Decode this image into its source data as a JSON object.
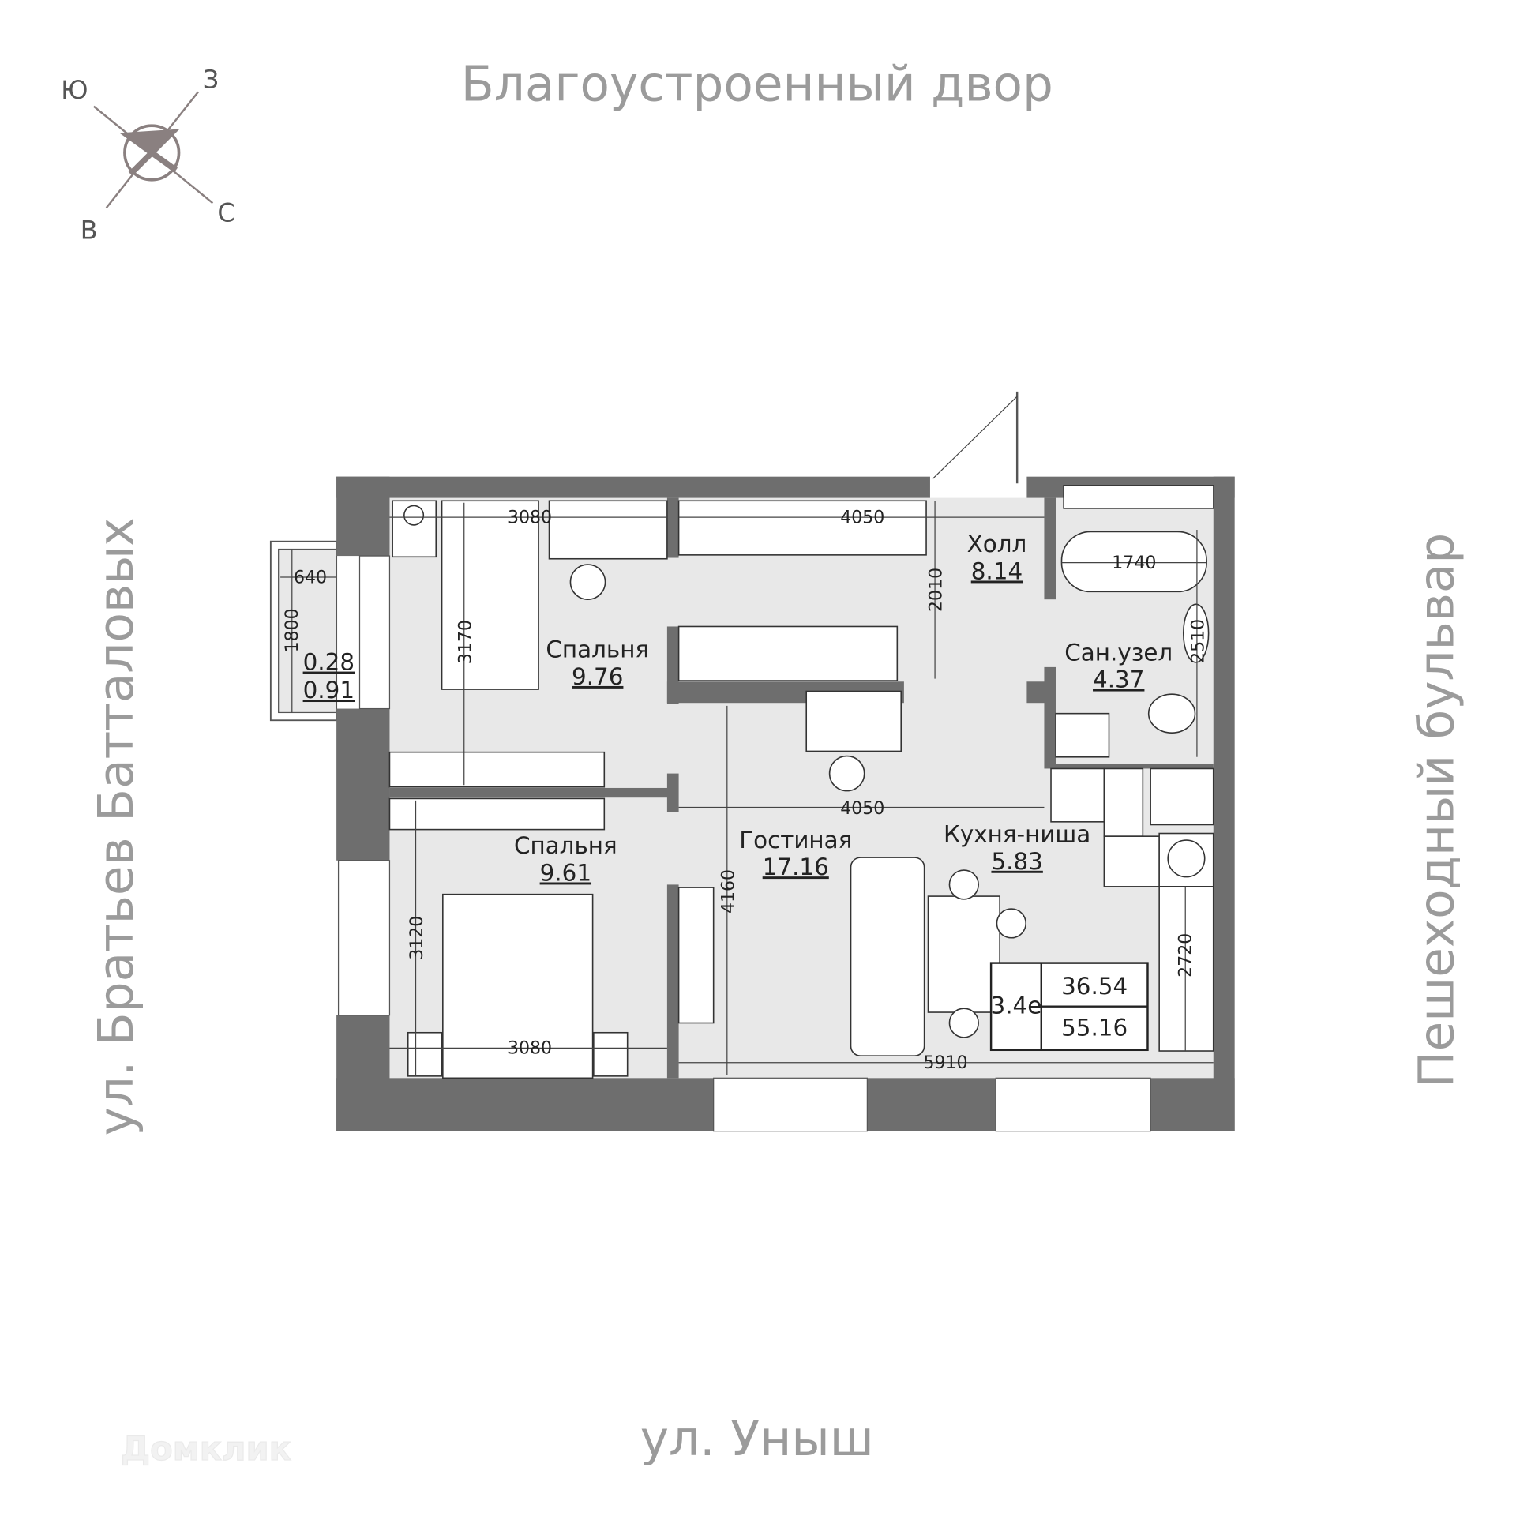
{
  "streets": {
    "top": "Благоустроенный двор",
    "left": "ул. Братьев Батталовых",
    "right": "Пешеходный бульвар",
    "bottom": "ул. Уныш"
  },
  "compass": {
    "s": "Ю",
    "w": "З",
    "e": "В",
    "n": "С"
  },
  "watermark": "Домклик",
  "rooms": [
    {
      "name": "Спальня",
      "area": "9.76"
    },
    {
      "name": "Спальня",
      "area": "9.61"
    },
    {
      "name": "Холл",
      "area": "8.14"
    },
    {
      "name": "Сан.узел",
      "area": "4.37"
    },
    {
      "name": "Гостиная",
      "area": "17.16"
    },
    {
      "name": "Кухня-ниша",
      "area": "5.83"
    }
  ],
  "balcony": {
    "area1": "0.28",
    "area2": "0.91"
  },
  "dimensions": [
    "3080",
    "4050",
    "640",
    "1800",
    "3170",
    "2010",
    "1740",
    "2510",
    "4050",
    "4160",
    "3120",
    "3080",
    "5910",
    "2720"
  ],
  "summary": {
    "type": "3.4е",
    "living_area": "36.54",
    "total_area": "55.16"
  },
  "colors": {
    "wall": "#6e6e6e",
    "floor": "#e8e8e8",
    "label": "#9b9b9b"
  }
}
